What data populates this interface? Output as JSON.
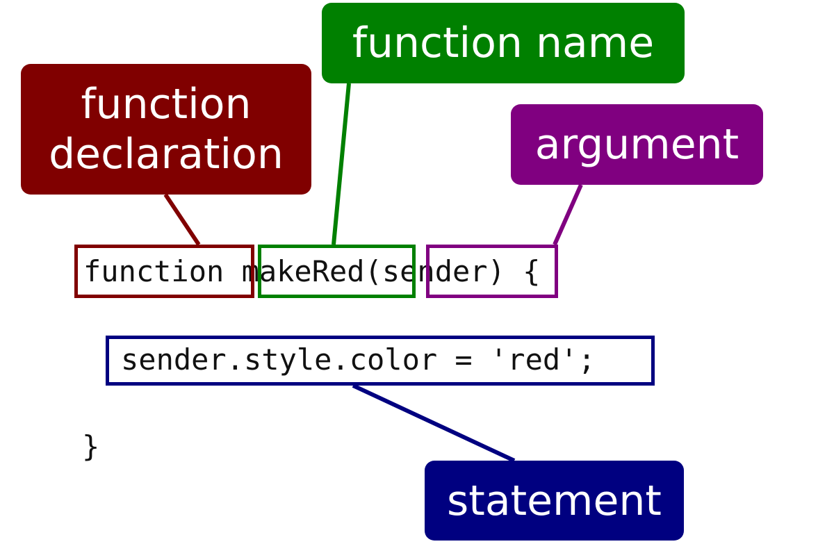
{
  "colors": {
    "declaration": "#800000",
    "name": "#008000",
    "argument": "#800080",
    "statement": "#000080"
  },
  "labels": {
    "declaration": [
      "function",
      "declaration"
    ],
    "name": "function name",
    "argument": "argument",
    "statement": "statement"
  },
  "code": {
    "line1": "function makeRed(sender) {",
    "line2": "sender.style.color = 'red';",
    "line3": "}"
  }
}
